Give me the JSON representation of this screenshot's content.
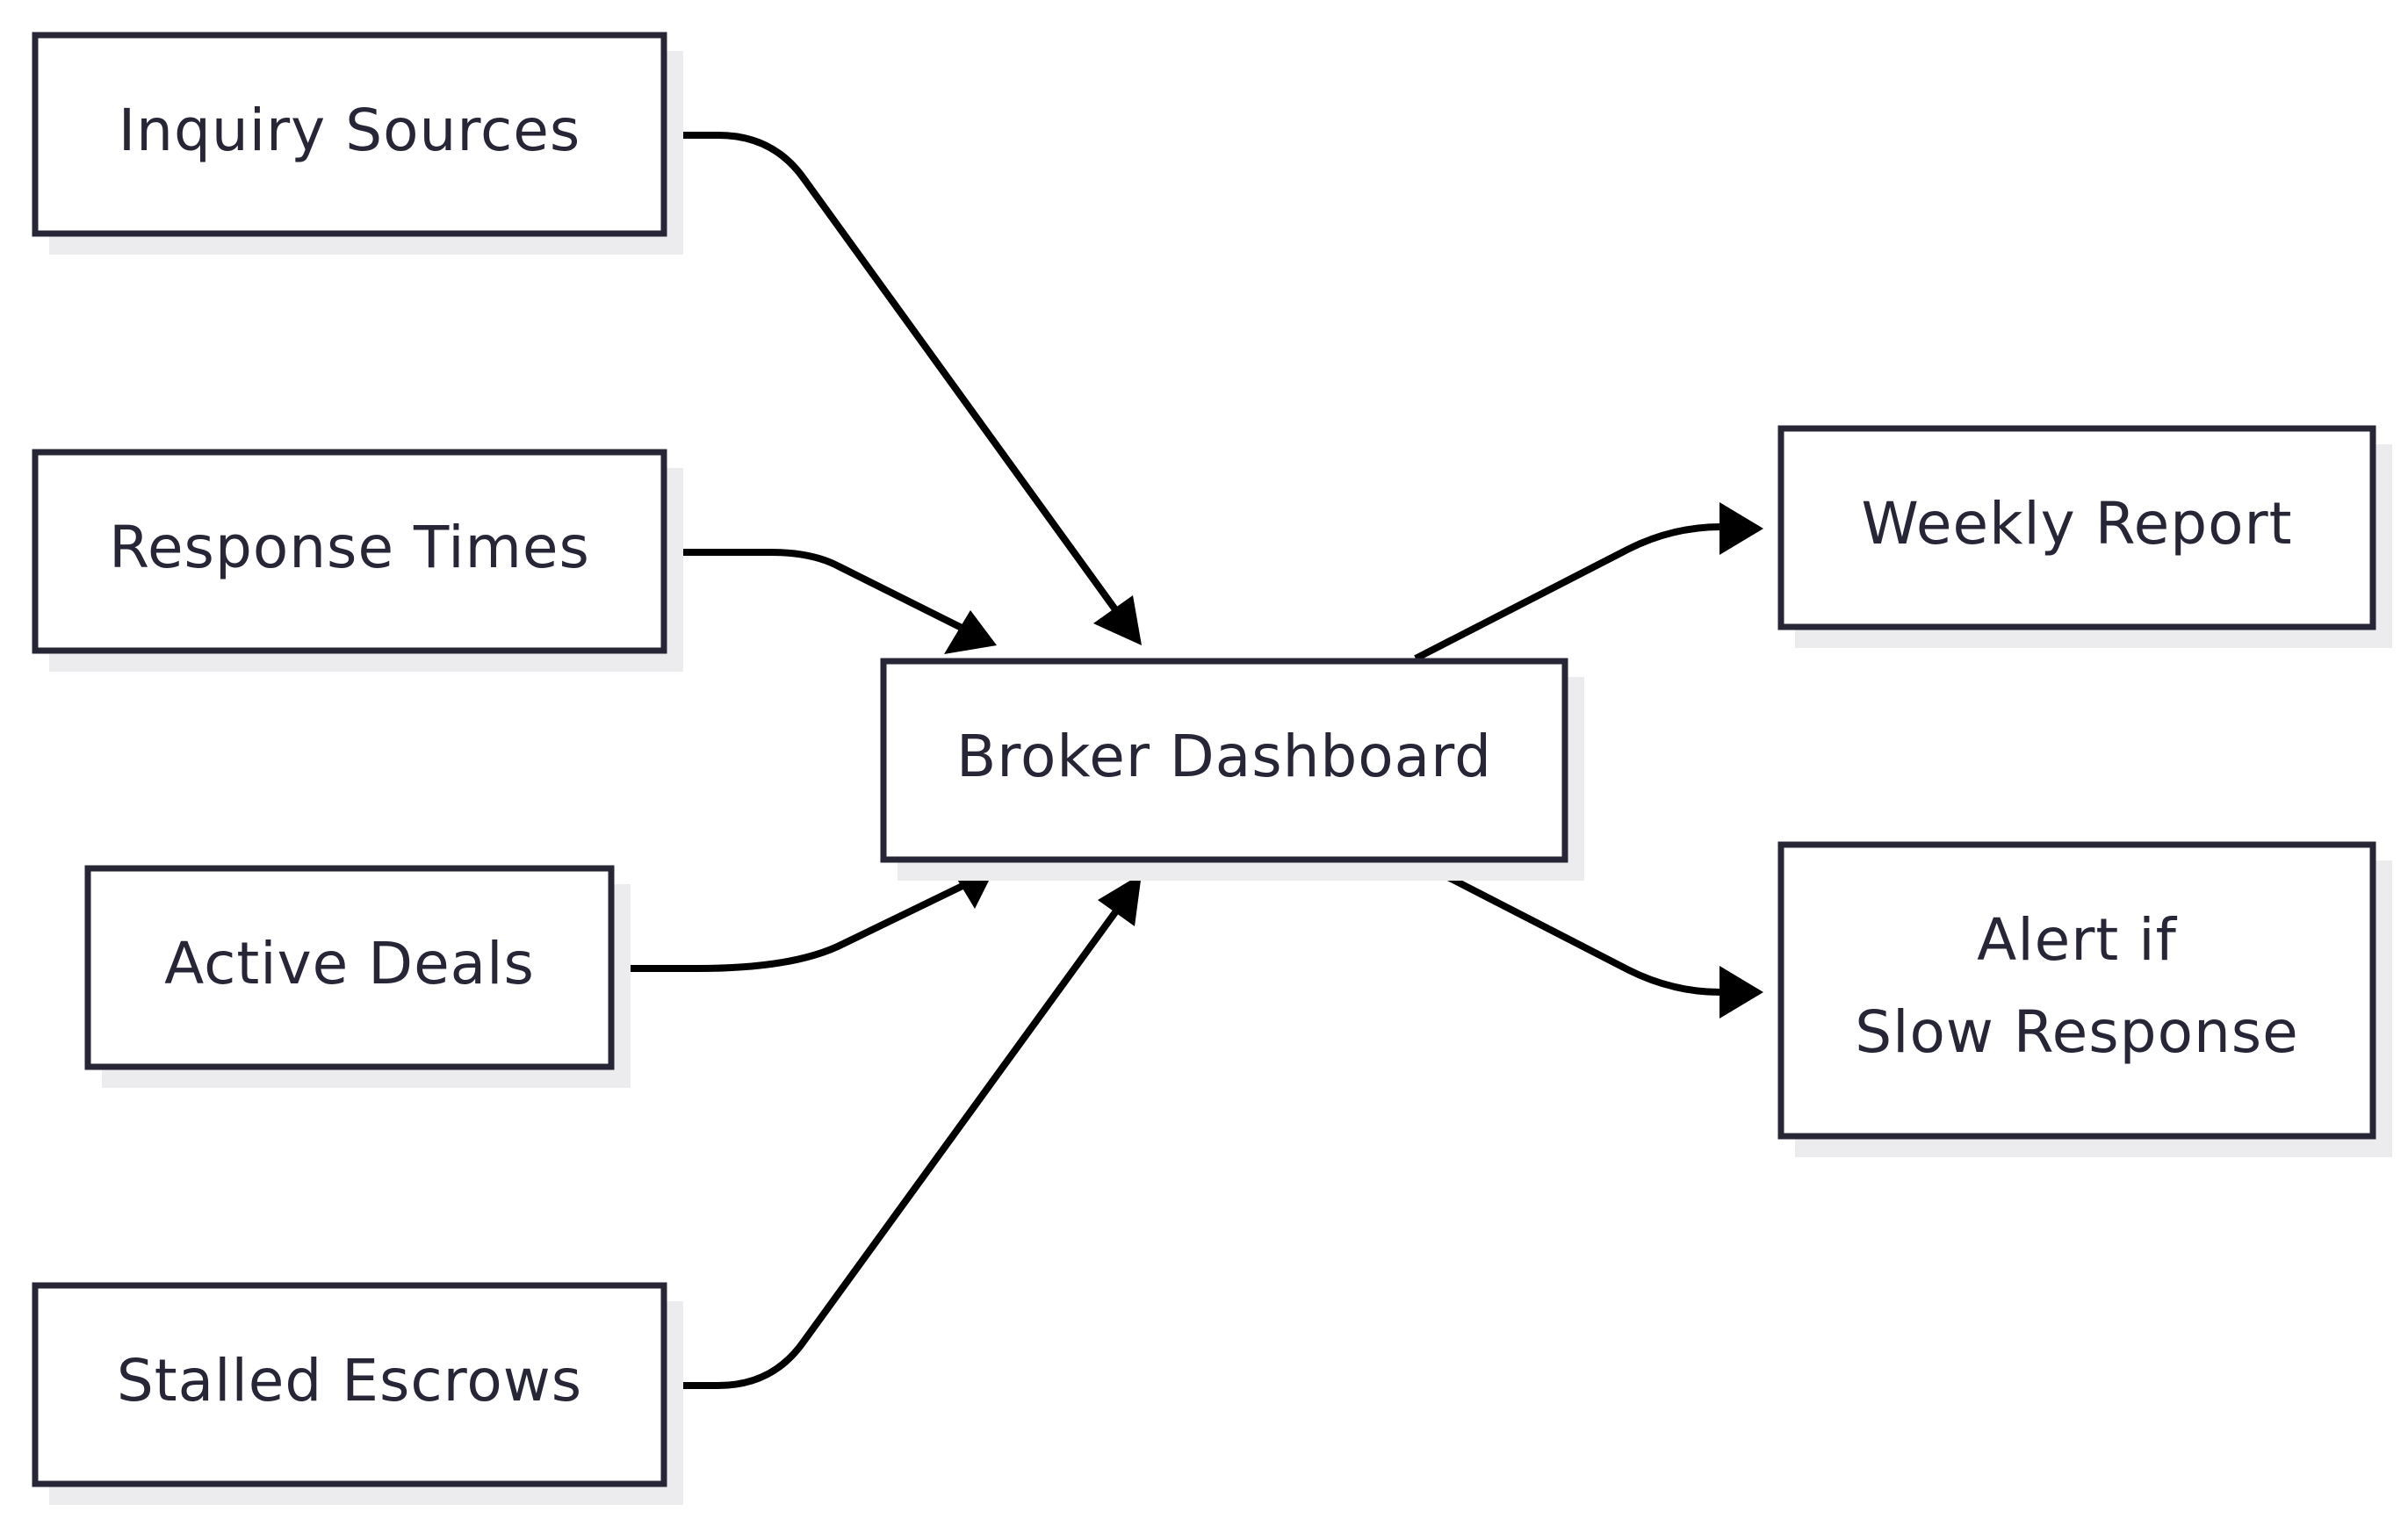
{
  "diagram": {
    "nodes": {
      "inquiry_sources": "Inquiry Sources",
      "response_times": "Response Times",
      "active_deals": "Active Deals",
      "stalled_escrows": "Stalled Escrows",
      "broker_dashboard": "Broker Dashboard",
      "weekly_report": "Weekly Report",
      "alert_line1": "Alert if",
      "alert_line2": "Slow Response"
    },
    "edges": [
      {
        "from": "Inquiry Sources",
        "to": "Broker Dashboard"
      },
      {
        "from": "Response Times",
        "to": "Broker Dashboard"
      },
      {
        "from": "Active Deals",
        "to": "Broker Dashboard"
      },
      {
        "from": "Stalled Escrows",
        "to": "Broker Dashboard"
      },
      {
        "from": "Broker Dashboard",
        "to": "Weekly Report"
      },
      {
        "from": "Broker Dashboard",
        "to": "Alert if Slow Response"
      }
    ],
    "colors": {
      "node_border": "#272637",
      "node_text": "#272637",
      "edge": "#000000",
      "shadow": "#ececef",
      "background": "#ffffff"
    }
  }
}
